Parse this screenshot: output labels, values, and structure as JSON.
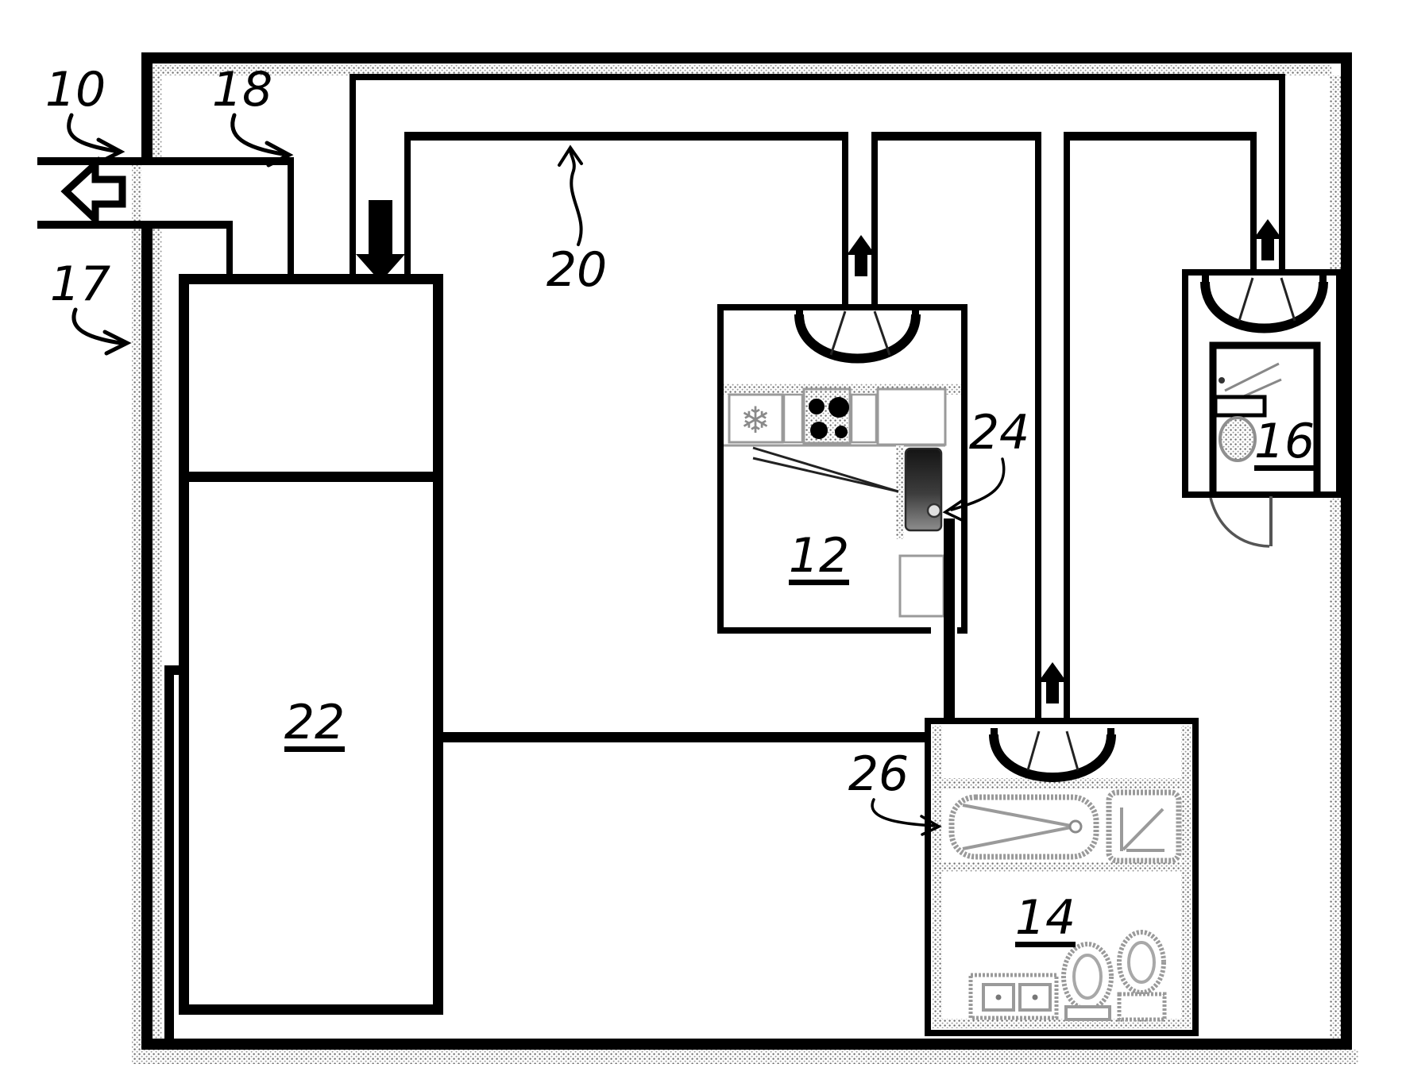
{
  "figure": {
    "title": "ventilation-system-patent-figure",
    "colors": {
      "ink": "#000000",
      "stipple": "#777777",
      "fixture_gray": "#8f8f8f",
      "background": "#ffffff"
    },
    "labels": {
      "system": "10",
      "kitchen": "12",
      "bathroom": "14",
      "toilet_room": "16",
      "house": "17",
      "exhaust_outlet": "18",
      "duct_network": "20",
      "ventilation_unit": "22",
      "kitchen_sink_sensor": "24",
      "bathtub_sensor": "26"
    }
  }
}
